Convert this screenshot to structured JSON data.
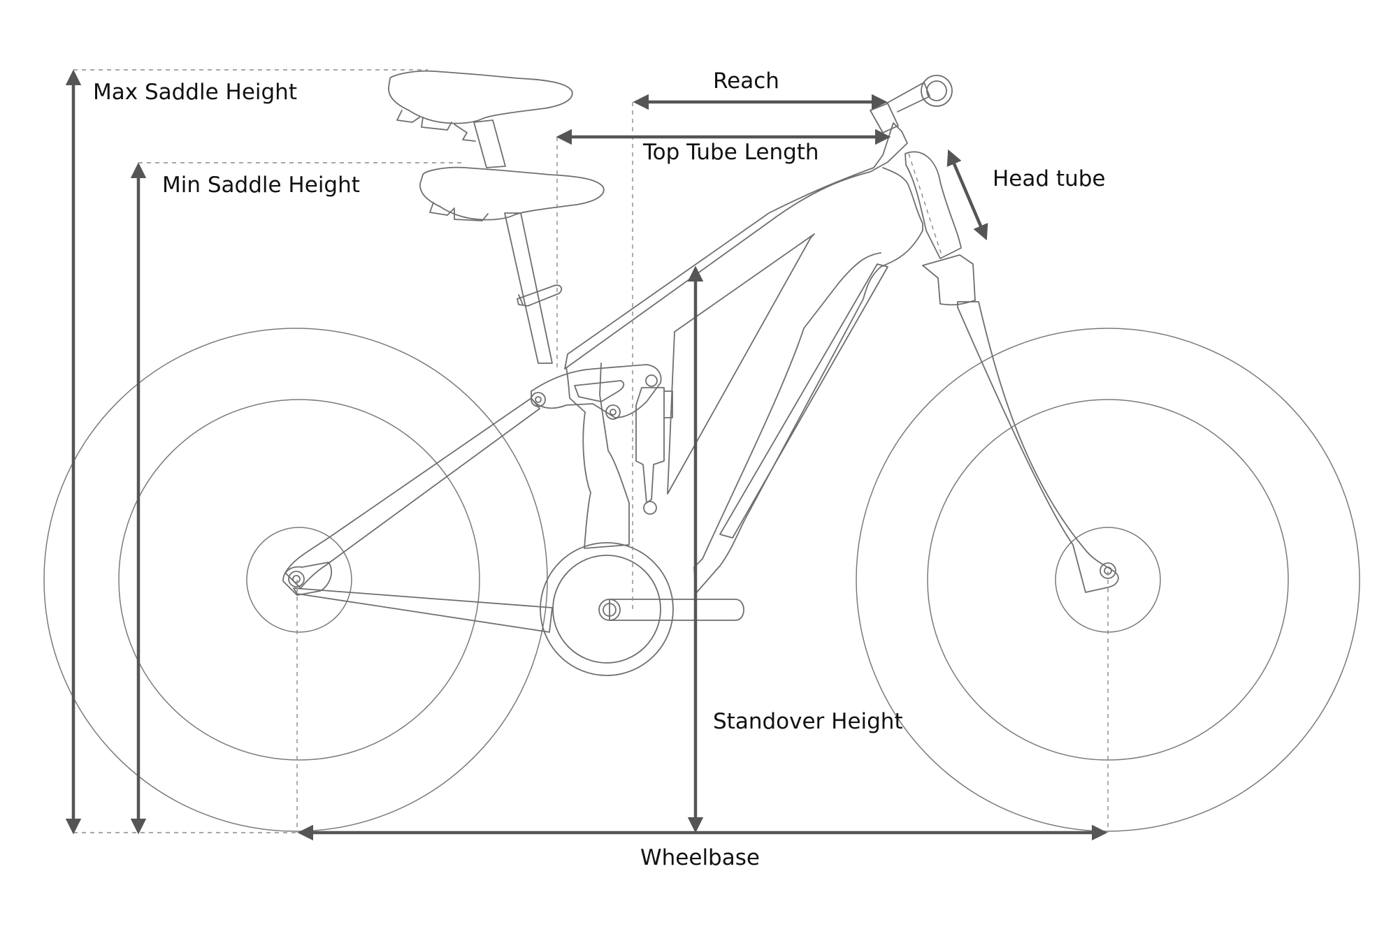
{
  "labels": {
    "max_saddle_height": "Max Saddle Height",
    "min_saddle_height": "Min Saddle Height",
    "reach": "Reach",
    "top_tube_length": "Top Tube Length",
    "head_tube": "Head tube",
    "standover_height": "Standover Height",
    "wheelbase": "Wheelbase"
  },
  "colors": {
    "line": "#6e6e6e",
    "dimension_arrow": "#555555",
    "text": "#111111",
    "background": "#ffffff"
  }
}
